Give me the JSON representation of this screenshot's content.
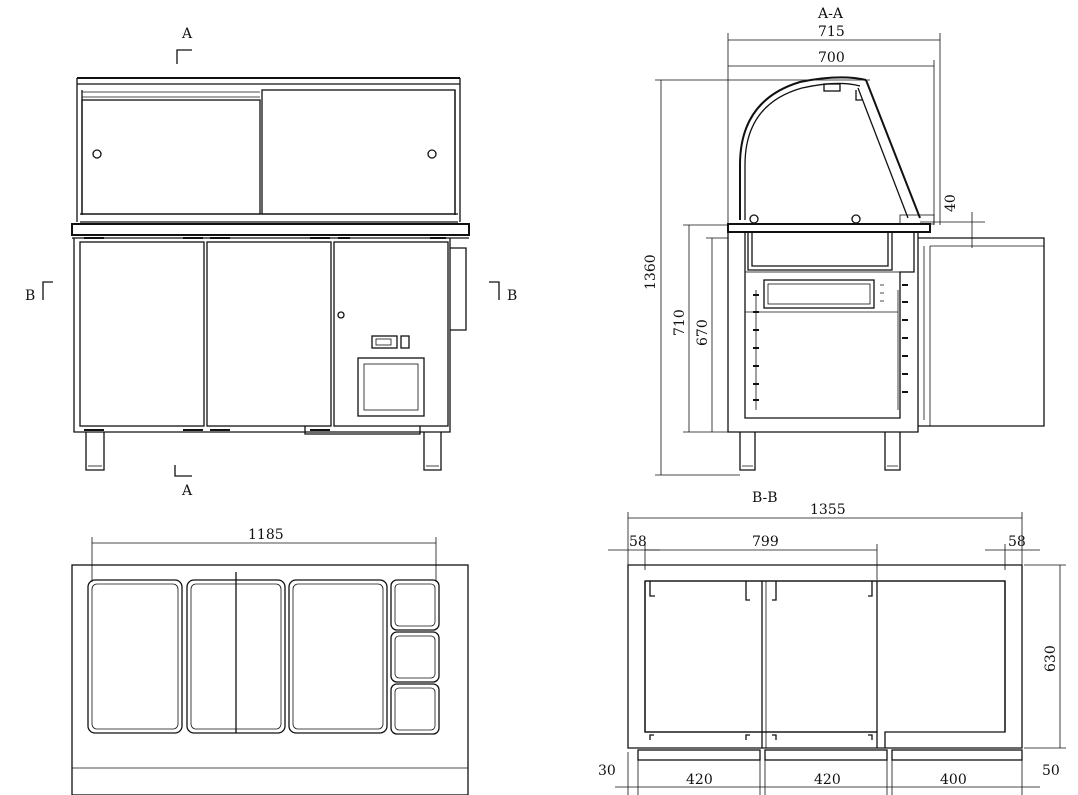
{
  "views": {
    "front": {
      "section_label_top": "A",
      "section_label_bottom": "A",
      "section_label_left": "B",
      "section_label_right": "B"
    },
    "side": {
      "title": "A-A",
      "dims": {
        "outer_depth": "715",
        "inner_depth": "700",
        "glass_height": "40",
        "total_height": "1360",
        "counter_height": "710",
        "body_height": "670"
      }
    },
    "top": {
      "dims": {
        "width": "1185"
      }
    },
    "section_b": {
      "title": "B-B",
      "dims": {
        "total_width": "1355",
        "left_wall": "58",
        "right_wall": "58",
        "inner_width": "799",
        "depth": "630",
        "bottom_left": "30",
        "bottom_right": "50",
        "door1": "420",
        "door2": "420",
        "door3": "400"
      }
    }
  },
  "colors": {
    "line": "#111111",
    "background": "#ffffff"
  }
}
